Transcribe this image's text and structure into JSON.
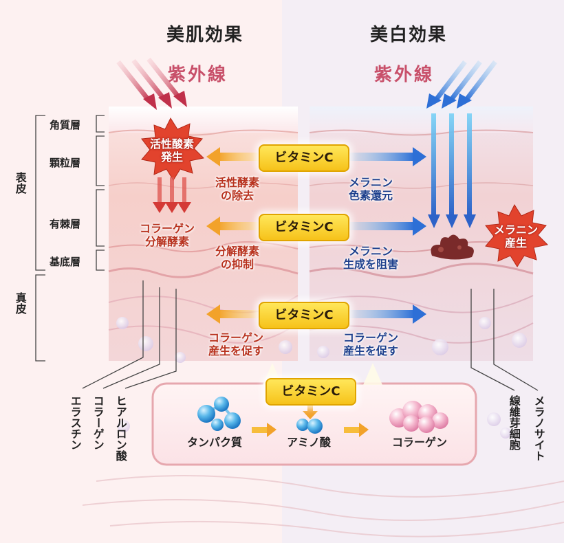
{
  "titles": {
    "left": "美肌効果",
    "right": "美白効果"
  },
  "uv": {
    "left": "紫外線",
    "right": "紫外線"
  },
  "layers": {
    "kakushitsu": "角質層",
    "karyu": "顆粒層",
    "yukyoku": "有棘層",
    "kitei": "基底層",
    "hyohi": "表皮",
    "shinpi": "真皮"
  },
  "vitamin": "ビタミンC",
  "left": {
    "ros": "活性酸素\n発生",
    "collagenase": "コラーゲン\n分解酵素",
    "ros_remove": "活性酵素\nの除去",
    "enzyme_inhibit": "分解酵素\nの抑制",
    "collagen_promote": "コラーゲン\n産生を促す"
  },
  "right": {
    "melanin_reduce": "メラニン\n色素還元",
    "melanin_block": "メラニン\n生成を阻害",
    "collagen_promote": "コラーゲン\n産生を促す",
    "melanin_production": "メラニン\n産生"
  },
  "fibers": {
    "elastin": "エラスチン",
    "collagen": "コラーゲン",
    "hyaluronic": "ヒアルロン酸"
  },
  "cells": {
    "fibroblast": "線維芽細胞",
    "melanocyte": "メラノサイト"
  },
  "synthesis": {
    "protein": "タンパク質",
    "amino": "アミノ酸",
    "collagen": "コラーゲン"
  },
  "colors": {
    "vitamin_yellow": "#f6c21a",
    "arrow_orange": "#f2a92e",
    "arrow_blue": "#2d6fd6",
    "uv_red": "#c8506a",
    "star_red": "#e0412c"
  }
}
